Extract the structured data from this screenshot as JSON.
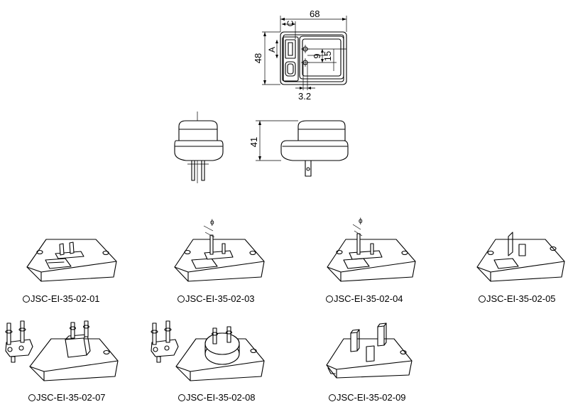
{
  "dimensions": {
    "width": "68",
    "height": "48",
    "depth": "41",
    "pin_pitch": "3.2",
    "dim_a": "A",
    "dim_c": "C",
    "dim_9": "9",
    "dim_15": "15"
  },
  "phi_symbol": "ϕ",
  "models": [
    {
      "label": "JSC-EI-35-02-01"
    },
    {
      "label": "JSC-EI-35-02-03"
    },
    {
      "label": "JSC-EI-35-02-04"
    },
    {
      "label": "JSC-EI-35-02-05"
    },
    {
      "label": "JSC-EI-35-02-07"
    },
    {
      "label": "JSC-EI-35-02-08"
    },
    {
      "label": "JSC-EI-35-02-09"
    }
  ]
}
